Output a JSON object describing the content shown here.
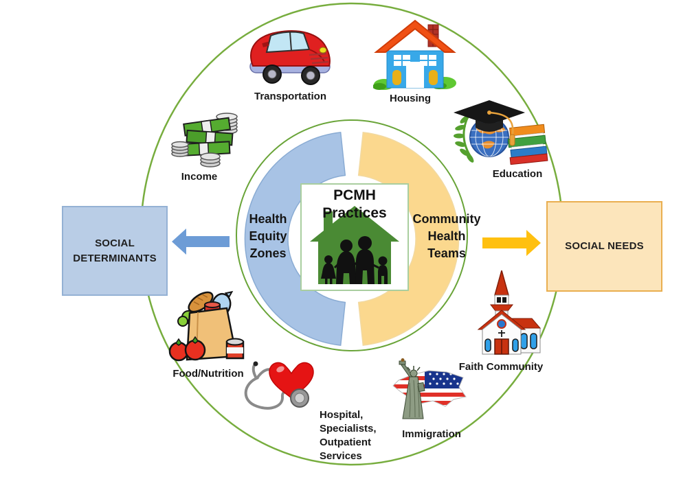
{
  "center_box": {
    "line1": "PCMH",
    "line2": "Practices",
    "icon": "house-family-icon"
  },
  "left_flow": {
    "box_line1": "SOCIAL",
    "box_line2": "DETERMINANTS",
    "arrow_icon": "left-arrow-icon"
  },
  "right_flow": {
    "box_label": "SOCIAL NEEDS",
    "arrow_icon": "right-arrow-icon"
  },
  "arcs": {
    "left": {
      "lines": [
        "Health",
        "Equity",
        "Zones"
      ],
      "fill": "#A8C3E5"
    },
    "right": {
      "lines": [
        "Community",
        "Health",
        "Teams"
      ],
      "fill": "#FBD88E"
    }
  },
  "items": [
    {
      "id": "transportation",
      "label": "Transportation",
      "icon": "car-icon"
    },
    {
      "id": "housing",
      "label": "Housing",
      "icon": "house-icon"
    },
    {
      "id": "education",
      "label": "Education",
      "icon": "graduation-globe-books-icon"
    },
    {
      "id": "income",
      "label": "Income",
      "icon": "money-stacks-icon"
    },
    {
      "id": "food",
      "label": "Food/Nutrition",
      "icon": "grocery-bag-icon"
    },
    {
      "id": "hospital",
      "lines": [
        "Hospital,",
        "Specialists,",
        "Outpatient",
        "Services"
      ],
      "icon": "heart-stethoscope-icon"
    },
    {
      "id": "immigration",
      "label": "Immigration",
      "icon": "statue-of-liberty-flag-map-icon"
    },
    {
      "id": "faith",
      "label": "Faith Community",
      "icon": "church-icon"
    }
  ],
  "colors": {
    "outer_circle": "#77AD3E",
    "inner_circle": "#69A438",
    "left_arc_fill": "#A8C3E5",
    "left_arc_stroke": "#89ABD3",
    "right_arc_fill": "#FBD88E",
    "right_arc_stroke": "#F2D9A0",
    "left_arrow": "#6D9CD6",
    "right_arrow": "#FFC010",
    "left_box_fill": "#B9CDE6",
    "left_box_border": "#94B1D4",
    "right_box_fill": "#FCE5BB",
    "right_box_border": "#E9AE4F",
    "house_green": "#4A8A34",
    "text": "#1A1A1A"
  }
}
